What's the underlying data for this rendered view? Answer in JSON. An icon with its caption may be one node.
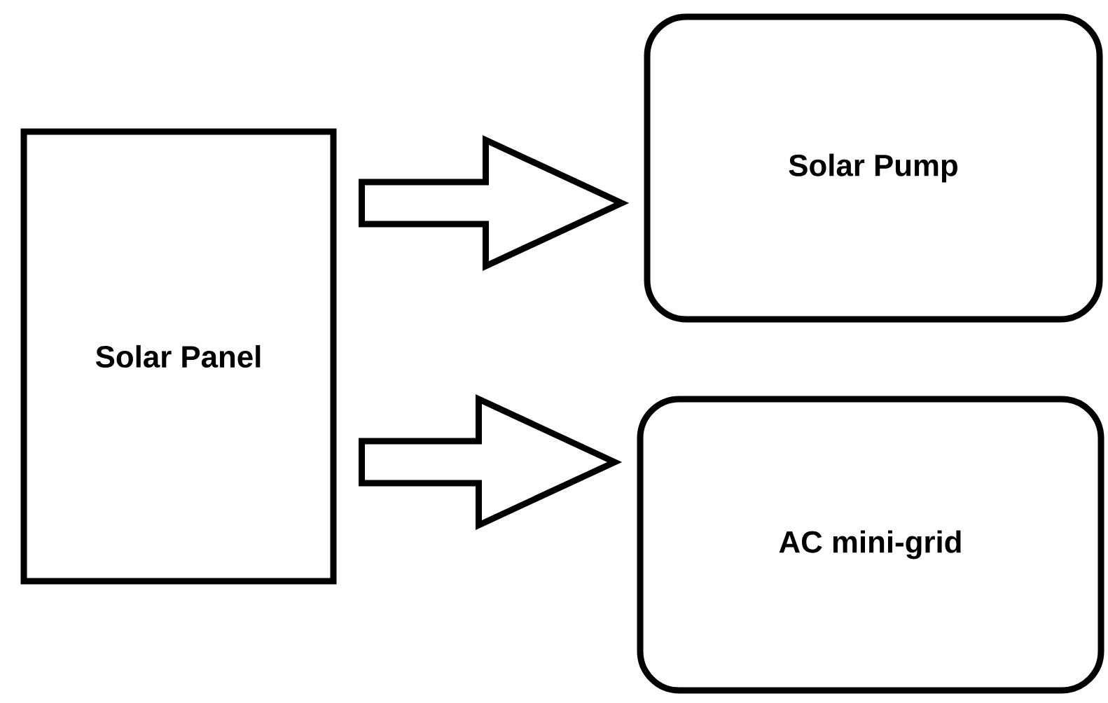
{
  "diagram": {
    "nodes": [
      {
        "text": [
          "Solar Panel"
        ]
      },
      {
        "text": [
          "Solar Pump"
        ]
      },
      {
        "text": [
          "AC mini-grid"
        ]
      }
    ],
    "edges": [
      {
        "from": 0,
        "to": 1,
        "arrow": "to"
      },
      {
        "from": 0,
        "to": 2,
        "arrow": "to"
      }
    ]
  }
}
